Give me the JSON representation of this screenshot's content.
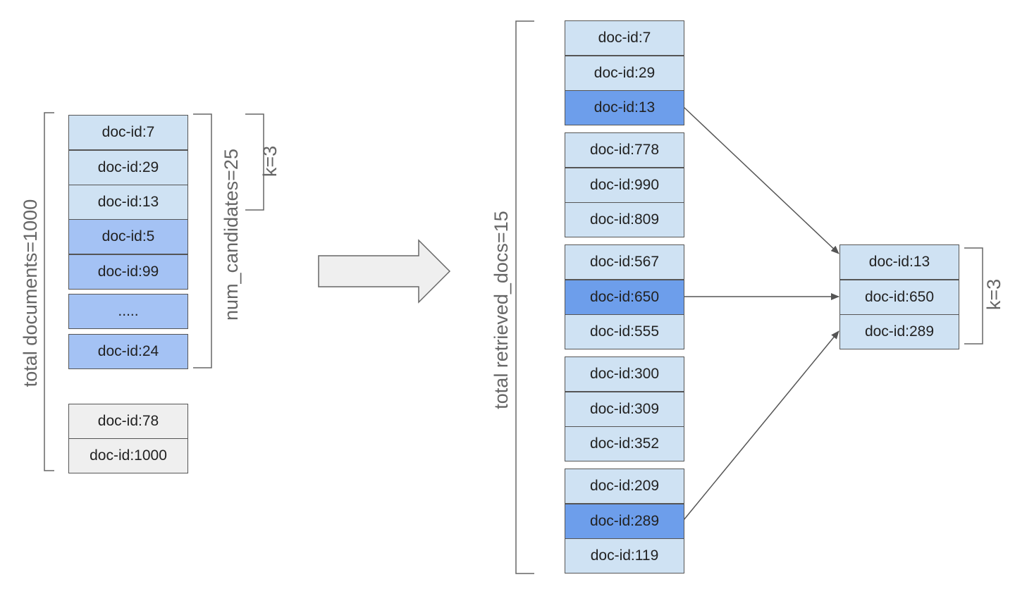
{
  "left_panel": {
    "total_label": "total documents=1000",
    "candidates_label": "num_candidates=25",
    "k_label": "k=3",
    "candidates": [
      {
        "text": "doc-id:7",
        "tier": "top"
      },
      {
        "text": "doc-id:29",
        "tier": "top"
      },
      {
        "text": "doc-id:13",
        "tier": "top"
      },
      {
        "text": "doc-id:5",
        "tier": "mid"
      },
      {
        "text": "doc-id:99",
        "tier": "mid"
      },
      {
        "text": ".....",
        "tier": "mid"
      },
      {
        "text": "doc-id:24",
        "tier": "mid"
      }
    ],
    "rest": [
      {
        "text": "doc-id:78"
      },
      {
        "text": "doc-id:1000"
      }
    ]
  },
  "middle_panel": {
    "total_label": "total retrieved_docs=15",
    "groups": [
      [
        {
          "text": "doc-id:7",
          "selected": false
        },
        {
          "text": "doc-id:29",
          "selected": false
        },
        {
          "text": "doc-id:13",
          "selected": true
        }
      ],
      [
        {
          "text": "doc-id:778",
          "selected": false
        },
        {
          "text": "doc-id:990",
          "selected": false
        },
        {
          "text": "doc-id:809",
          "selected": false
        }
      ],
      [
        {
          "text": "doc-id:567",
          "selected": false
        },
        {
          "text": "doc-id:650",
          "selected": true
        },
        {
          "text": "doc-id:555",
          "selected": false
        }
      ],
      [
        {
          "text": "doc-id:300",
          "selected": false
        },
        {
          "text": "doc-id:309",
          "selected": false
        },
        {
          "text": "doc-id:352",
          "selected": false
        }
      ],
      [
        {
          "text": "doc-id:209",
          "selected": false
        },
        {
          "text": "doc-id:289",
          "selected": true
        },
        {
          "text": "doc-id:119",
          "selected": false
        }
      ]
    ]
  },
  "right_panel": {
    "k_label": "k=3",
    "results": [
      {
        "text": "doc-id:13"
      },
      {
        "text": "doc-id:650"
      },
      {
        "text": "doc-id:289"
      }
    ]
  },
  "colors": {
    "top": "#cfe2f3",
    "mid": "#a4c2f4",
    "selected": "#6d9eeb",
    "rest": "#efefef",
    "border": "#555555",
    "bracket": "#666666",
    "arrow": "#555555",
    "big_arrow_fill": "#efefef"
  }
}
